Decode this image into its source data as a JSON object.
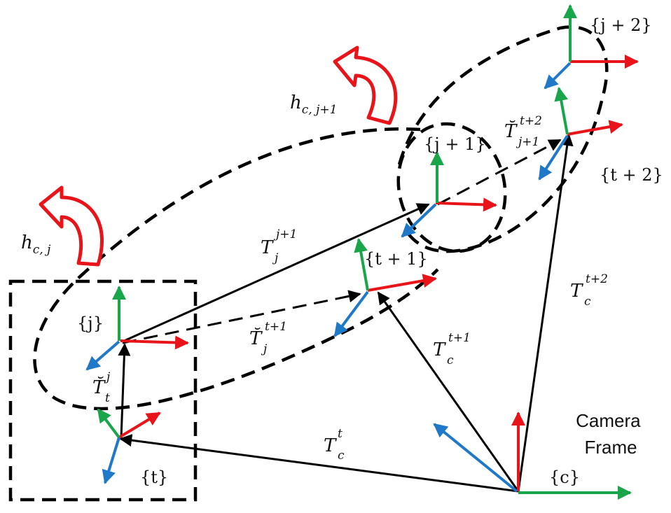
{
  "colors": {
    "x_axis": "#e8141a",
    "y_axis": "#19a64a",
    "z_axis": "#1f78c8",
    "transform_arrow": "#000000",
    "rotation_icon": "#e8141a",
    "dashed": "#000000"
  },
  "frames": {
    "j": "{j}",
    "t": "{t}",
    "j1": "{j + 1}",
    "t1": "{t + 1}",
    "j2": "{j + 2}",
    "t2": "{t + 2}",
    "c": "{c}"
  },
  "camera_label": {
    "line1": "Camera",
    "line2": "Frame"
  },
  "hypotheses": {
    "hcj": {
      "base": "h",
      "sub": "c, j"
    },
    "hcj1": {
      "base": "h",
      "sub": "c, j+1"
    }
  },
  "transforms": {
    "Tj_j1": {
      "base": "T",
      "sub": "j",
      "sup": "j+1"
    },
    "Tc_t": {
      "base": "T",
      "sub": "c",
      "sup": "t"
    },
    "Tc_t1": {
      "base": "T",
      "sub": "c",
      "sup": "t+1"
    },
    "Tc_t2": {
      "base": "T",
      "sub": "c",
      "sup": "t+2"
    },
    "Tt_j": {
      "base": "T̆",
      "sub": "t",
      "sup": "j"
    },
    "Tj_t1": {
      "base": "T̆",
      "sub": "j",
      "sup": "t+1"
    },
    "Tj1_t2": {
      "base": "T̆",
      "sub": "j+1",
      "sup": "t+2"
    }
  }
}
